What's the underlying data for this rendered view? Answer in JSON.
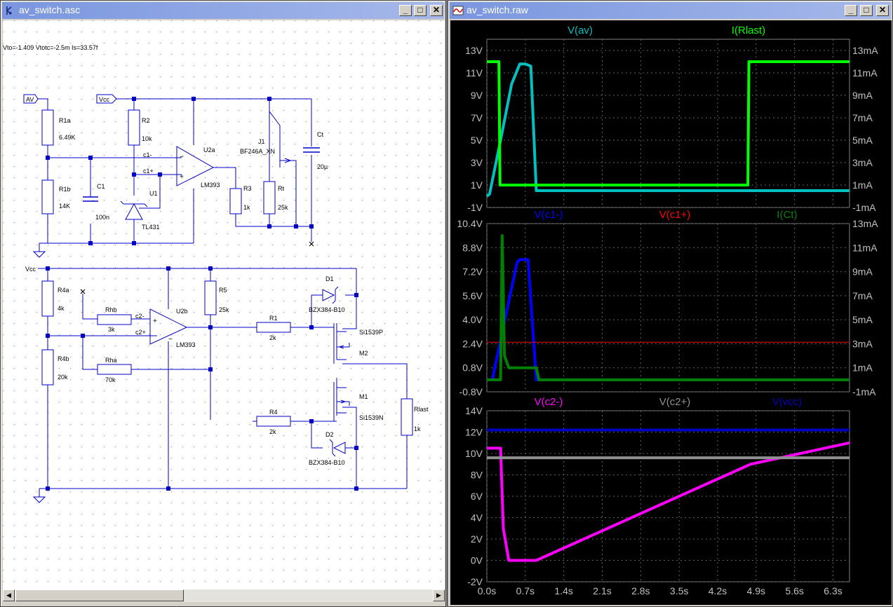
{
  "schematic_window": {
    "title": "av_switch.asc",
    "buttons": {
      "minimize": "_",
      "maximize": "□",
      "close": "✕"
    },
    "directive": "Vto=-1.409 Vtotc=-2.5m Is=33.57f",
    "net_labels": {
      "av": "AV",
      "vcc_top": "Vcc",
      "vcc_left": "Vcc"
    },
    "components": {
      "R1a": {
        "name": "R1a",
        "value": "6.49K"
      },
      "R1b": {
        "name": "R1b",
        "value": "14K"
      },
      "C1": {
        "name": "C1",
        "value": "100n"
      },
      "R2": {
        "name": "R2",
        "value": "10k"
      },
      "U1": {
        "name": "U1",
        "value": "TL431"
      },
      "U2a": {
        "name": "U2a",
        "value": "LM393"
      },
      "R3": {
        "name": "R3",
        "value": "1k"
      },
      "J1": {
        "name": "J1",
        "value": "BF246A_XN"
      },
      "Rt": {
        "name": "Rt",
        "value": "25k"
      },
      "Ct": {
        "name": "Ct",
        "value": "20µ"
      },
      "R4a": {
        "name": "R4a",
        "value": "4k"
      },
      "R4b": {
        "name": "R4b",
        "value": "20k"
      },
      "Rhb": {
        "name": "Rhb",
        "value": "3k"
      },
      "Rha": {
        "name": "Rha",
        "value": "70k"
      },
      "U2b": {
        "name": "U2b",
        "value": "LM393"
      },
      "R5": {
        "name": "R5",
        "value": "25k"
      },
      "R1": {
        "name": "R1",
        "value": "2k"
      },
      "D1": {
        "name": "D1",
        "value": "BZX384-B10"
      },
      "M2": {
        "name": "M2",
        "value": "Si1539P"
      },
      "M1": {
        "name": "M1",
        "value": "Si1539N"
      },
      "R4": {
        "name": "R4",
        "value": "2k"
      },
      "D2": {
        "name": "D2",
        "value": "BZX384-B10"
      },
      "Rlast": {
        "name": "Rlast",
        "value": "1k"
      }
    },
    "pin_labels": {
      "c1m": "c1-",
      "c1p": "c1+",
      "c2m": "c2-",
      "c2p": "c2+"
    }
  },
  "waveform_window": {
    "title": "av_switch.raw",
    "buttons": {
      "minimize": "_",
      "maximize": "□",
      "close": "✕"
    }
  },
  "colors": {
    "cyan": "#00b0b0",
    "green": "#00ff00",
    "darkgreen": "#007f00",
    "blue": "#0000ff",
    "red": "#ff0000",
    "magenta": "#ff00ff",
    "gray": "#909090",
    "navy": "#0000c0"
  },
  "chart_data": [
    {
      "type": "line",
      "x_ticks": [
        "0.0s",
        "0.7s",
        "1.4s",
        "2.1s",
        "2.8s",
        "3.5s",
        "4.2s",
        "4.9s",
        "5.6s",
        "6.3s"
      ],
      "xlim": [
        0,
        6.6
      ],
      "y_left_ticks": [
        "13V",
        "11V",
        "9V",
        "7V",
        "5V",
        "3V",
        "1V",
        "-1V"
      ],
      "ylim_left": [
        -1,
        14
      ],
      "y_right_ticks": [
        "13mA",
        "11mA",
        "9mA",
        "7mA",
        "5mA",
        "3mA",
        "1mA",
        "-1mA"
      ],
      "ylim_right": [
        -1,
        14
      ],
      "series": [
        {
          "name": "V(av)",
          "color": "#00c0c0",
          "axis": "left",
          "x": [
            0,
            0.05,
            0.25,
            0.45,
            0.6,
            0.7,
            0.8,
            0.9,
            6.6
          ],
          "y": [
            0,
            0.2,
            5,
            10,
            11.8,
            11.8,
            11.6,
            0.5,
            0.5
          ]
        },
        {
          "name": "I(Rlast)",
          "color": "#00ff00",
          "axis": "right",
          "x": [
            0,
            0.22,
            0.24,
            0.32,
            4.75,
            4.77,
            6.6
          ],
          "y": [
            12,
            12,
            1,
            1,
            1,
            12,
            12
          ]
        }
      ]
    },
    {
      "type": "line",
      "x_ticks": [
        "0.0s",
        "0.7s",
        "1.4s",
        "2.1s",
        "2.8s",
        "3.5s",
        "4.2s",
        "4.9s",
        "5.6s",
        "6.3s"
      ],
      "xlim": [
        0,
        6.6
      ],
      "y_left_ticks": [
        "10.4V",
        "8.8V",
        "7.2V",
        "5.6V",
        "4.0V",
        "2.4V",
        "0.8V",
        "-0.8V"
      ],
      "ylim_left": [
        -0.8,
        10.4
      ],
      "y_right_ticks": [
        "13mA",
        "11mA",
        "9mA",
        "7mA",
        "5mA",
        "3mA",
        "1mA",
        "-1mA"
      ],
      "ylim_right": [
        -1,
        13
      ],
      "series": [
        {
          "name": "V(c1-)",
          "color": "#0000ff",
          "axis": "left",
          "x": [
            0,
            0.1,
            0.3,
            0.55,
            0.6,
            0.75,
            0.9,
            6.6
          ],
          "y": [
            0,
            0,
            3.5,
            7.8,
            8,
            8,
            0,
            0
          ]
        },
        {
          "name": "V(c1+)",
          "color": "#ff0000",
          "axis": "left",
          "x": [
            0,
            6.6
          ],
          "y": [
            2.5,
            2.5
          ]
        },
        {
          "name": "I(Ct)",
          "color": "#008000",
          "axis": "right",
          "x": [
            0,
            0.25,
            0.28,
            0.32,
            0.4,
            0.9,
            0.95,
            6.6
          ],
          "y": [
            0,
            0,
            12,
            2,
            1,
            1,
            0,
            0
          ]
        }
      ]
    },
    {
      "type": "line",
      "x_ticks": [
        "0.0s",
        "0.7s",
        "1.4s",
        "2.1s",
        "2.8s",
        "3.5s",
        "4.2s",
        "4.9s",
        "5.6s",
        "6.3s"
      ],
      "xlim": [
        0,
        6.6
      ],
      "y_left_ticks": [
        "14V",
        "12V",
        "10V",
        "8V",
        "6V",
        "4V",
        "2V",
        "0V",
        "-2V"
      ],
      "ylim_left": [
        -2,
        14
      ],
      "series": [
        {
          "name": "V(c2-)",
          "color": "#ff00ff",
          "axis": "left",
          "x": [
            0,
            0.25,
            0.3,
            0.4,
            0.9,
            4.8,
            6.6
          ],
          "y": [
            10.5,
            10.5,
            3,
            0,
            0,
            9,
            11
          ]
        },
        {
          "name": "V(c2+)",
          "color": "#909090",
          "axis": "left",
          "x": [
            0,
            6.6
          ],
          "y": [
            9.6,
            9.6
          ]
        },
        {
          "name": "V(vcc)",
          "color": "#0000c0",
          "axis": "left",
          "x": [
            0,
            6.6
          ],
          "y": [
            12.2,
            12.2
          ]
        }
      ]
    }
  ]
}
